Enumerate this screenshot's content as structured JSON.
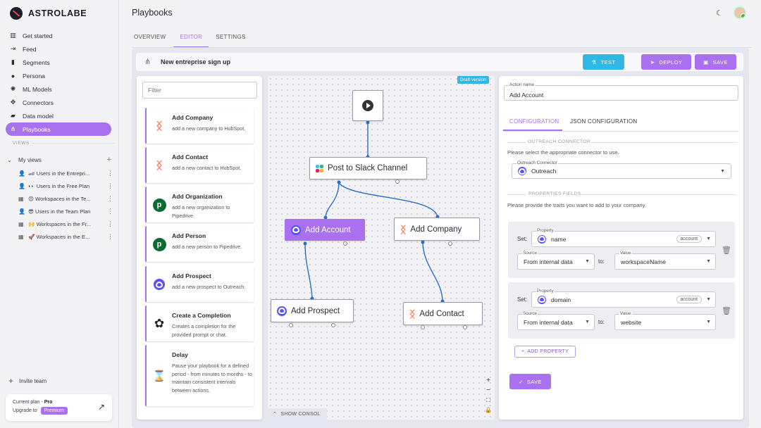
{
  "brand": {
    "name": "ASTROLABE"
  },
  "sidebar": {
    "items": [
      {
        "label": "Get started",
        "icon": "map-icon"
      },
      {
        "label": "Feed",
        "icon": "login-icon"
      },
      {
        "label": "Segments",
        "icon": "columns-icon"
      },
      {
        "label": "Persona",
        "icon": "persona-icon"
      },
      {
        "label": "ML Models",
        "icon": "brain-icon"
      },
      {
        "label": "Connectors",
        "icon": "hub-icon"
      },
      {
        "label": "Data model",
        "icon": "car-icon"
      },
      {
        "label": "Playbooks",
        "icon": "flow-icon",
        "active": true
      }
    ],
    "views_section": "VIEWS",
    "my_views_label": "My views",
    "views": [
      {
        "label": "🏎 Users in the Entrepri...",
        "icon": "user-icon"
      },
      {
        "label": "👀 Users in the Free Plan",
        "icon": "user-icon"
      },
      {
        "label": "😍 Workspaces in the Te...",
        "icon": "building-icon"
      },
      {
        "label": "😎 Users in the Team Plan",
        "icon": "user-icon"
      },
      {
        "label": "🙌 Workspaces in the Fr...",
        "icon": "building-icon"
      },
      {
        "label": "🚀 Workspaces in the E...",
        "icon": "building-icon"
      }
    ],
    "invite_label": "Invite team",
    "plan": {
      "current_label": "Current plan - ",
      "current_value": "Pro",
      "upgrade_label": "Upgrade to",
      "upgrade_badge": "Premium"
    }
  },
  "header": {
    "title": "Playbooks"
  },
  "tabs": [
    {
      "label": "OVERVIEW"
    },
    {
      "label": "EDITOR",
      "active": true
    },
    {
      "label": "SETTINGS"
    }
  ],
  "toolbar": {
    "flow_name": "New entreprise sign up",
    "test_label": "TEST",
    "deploy_label": "DEPLOY",
    "save_label": "SAVE"
  },
  "palette": {
    "filter_placeholder": "Filter",
    "cards": [
      {
        "name": "Add Company",
        "desc": "add a new company to HubSpot.",
        "icon": "hubspot-icon"
      },
      {
        "name": "Add Contact",
        "desc": "add a new contact to HubSpot.",
        "icon": "hubspot-icon"
      },
      {
        "name": "Add Organization",
        "desc": "add a new organization to Pipedrive.",
        "icon": "pipedrive-icon"
      },
      {
        "name": "Add Person",
        "desc": "add a new person to Pipedrive.",
        "icon": "pipedrive-icon"
      },
      {
        "name": "Add Prospect",
        "desc": "add a new prospect to Outreach.",
        "icon": "outreach-icon"
      },
      {
        "name": "Create a Completion",
        "desc": "Creates a completion for the provided prompt or chat.",
        "icon": "openai-icon"
      },
      {
        "name": "Delay",
        "desc": "Pause your playbook for a defined period - from minutes to months - to maintain consistent intervals between actions.",
        "icon": "hourglass-icon"
      }
    ]
  },
  "canvas": {
    "draft_label": "Draft version",
    "nodes": {
      "slack": "Post to Slack Channel",
      "add_account": "Add Account",
      "add_company": "Add Company",
      "add_prospect": "Add Prospect",
      "add_contact": "Add Contact"
    },
    "console_label": "SHOW CONSOL"
  },
  "panel": {
    "action_name_label": "Action name",
    "action_name_value": "Add Account",
    "tabs": [
      {
        "label": "CONFIGURATION",
        "active": true
      },
      {
        "label": "JSON CONFIGURATION"
      }
    ],
    "connector_section": "OUTREACH CONNECTOR",
    "connector_hint": "Please select the appropriate connector to use.",
    "connector_label": "Outreach Connector",
    "connector_value": "Outreach",
    "properties_section": "PROPERTIES FIELDS",
    "properties_hint": "Please provide the traits you want to add to your company.",
    "properties": [
      {
        "set_label": "Set:",
        "property_label": "Property",
        "property_value": "name",
        "tag": "account",
        "source_label": "Source",
        "source_value": "From internal data",
        "to_label": "to:",
        "value_label": "Value",
        "value_value": "workspaceName"
      },
      {
        "set_label": "Set:",
        "property_label": "Property",
        "property_value": "domain",
        "tag": "account",
        "source_label": "Source",
        "source_value": "From internal data",
        "to_label": "to:",
        "value_label": "Value",
        "value_value": "website"
      }
    ],
    "add_property_label": "ADD PROPERTY",
    "save_label": "SAVE"
  }
}
